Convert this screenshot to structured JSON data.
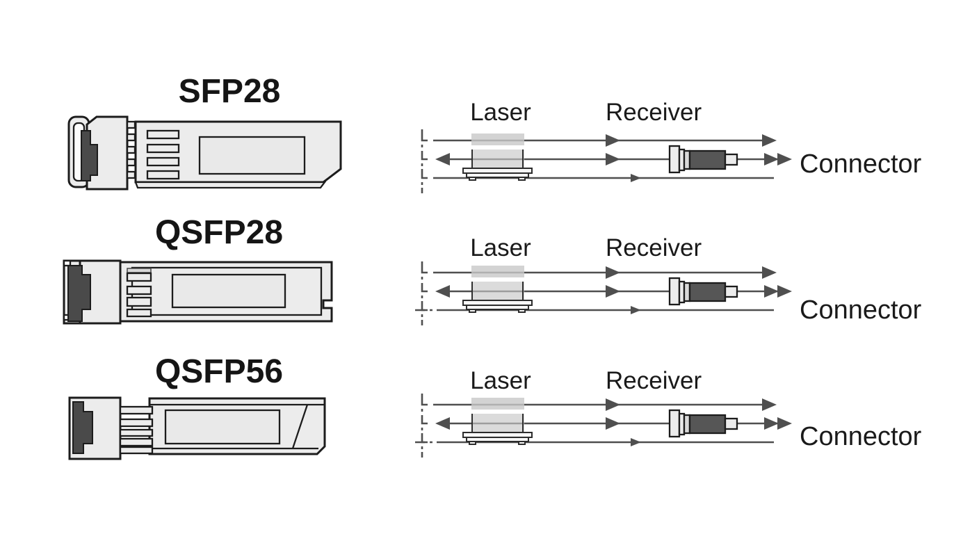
{
  "modules": [
    {
      "title": "SFP28"
    },
    {
      "title": "QSFP28"
    },
    {
      "title": "QSFP56"
    }
  ],
  "optics_rows": [
    {
      "laser_label": "Laser",
      "receiver_label": "Receiver",
      "connector_label": "Connector"
    },
    {
      "laser_label": "Laser",
      "receiver_label": "Receiver",
      "connector_label": "Connector"
    },
    {
      "laser_label": "Laser",
      "receiver_label": "Receiver",
      "connector_label": "Connector"
    }
  ],
  "colors": {
    "line": "#4f4f4f",
    "outline": "#1c1c1c",
    "module_body": "#ececec",
    "latch": "#4a4a4a",
    "laser_bar": "#c8c8c8",
    "receiver_body": "#565656",
    "text": "#161616",
    "background": "#ffffff"
  }
}
